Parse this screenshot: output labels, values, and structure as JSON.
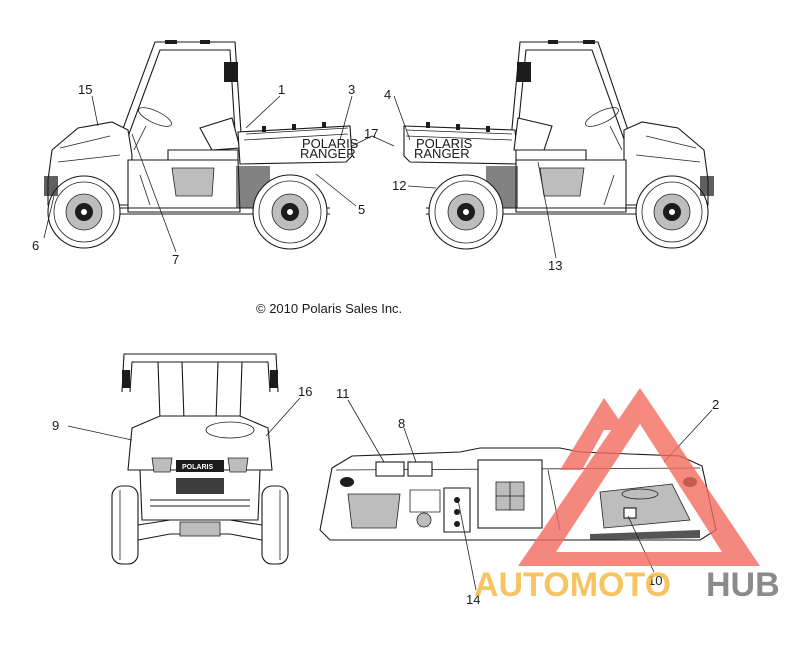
{
  "copyright": "© 2010 Polaris Sales Inc.",
  "decal_text": {
    "brand": "POLARIS",
    "model": "RANGER"
  },
  "callouts": {
    "c1": "1",
    "c2": "2",
    "c3": "3",
    "c4": "4",
    "c5": "5",
    "c6": "6",
    "c7": "7",
    "c8": "8",
    "c9": "9",
    "c10": "10",
    "c11": "11",
    "c12": "12",
    "c13": "13",
    "c14": "14",
    "c15": "15",
    "c16": "16",
    "c17": "17"
  },
  "watermark": {
    "part1": "AUTOMOTO",
    "part2": "HUB",
    "color_primary": "#f36b5e",
    "color_accent": "#f7b63c",
    "color_dark": "#6f6f6f"
  }
}
